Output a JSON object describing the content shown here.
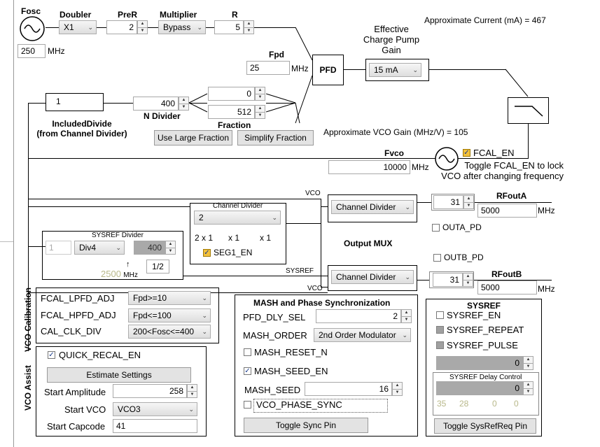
{
  "fosc": {
    "label": "Fosc",
    "value": "250",
    "unit": "MHz"
  },
  "doubler": {
    "label": "Doubler",
    "value": "X1"
  },
  "prer": {
    "label": "PreR",
    "value": "2"
  },
  "multiplier": {
    "label": "Multiplier",
    "value": "Bypass"
  },
  "r": {
    "label": "R",
    "value": "5"
  },
  "fpd": {
    "label": "Fpd",
    "value": "25",
    "unit": "MHz"
  },
  "pfd": "PFD",
  "cp_gain": {
    "label": "Effective\nCharge Pump\nGain",
    "value": "15 mA"
  },
  "approx_current": {
    "label": "Approximate Current (mA) =",
    "value": "467"
  },
  "included_divide": {
    "value": "1",
    "label": "IncludedDivide\n(from Channel Divider)"
  },
  "n_divider": {
    "value": "400",
    "label": "N Divider"
  },
  "fraction": {
    "num": "0",
    "den": "512",
    "label": "Fraction"
  },
  "buttons": {
    "large_fraction": "Use Large Fraction",
    "simplify_fraction": "Simplify Fraction",
    "estimate": "Estimate Settings",
    "toggle_sync": "Toggle Sync Pin",
    "toggle_sysref": "Toggle SysRefReq Pin"
  },
  "vco_gain": {
    "label": "Approximate VCO Gain (MHz/V) =",
    "value": "105"
  },
  "fvco": {
    "label": "Fvco",
    "value": "10000",
    "unit": "MHz"
  },
  "fcal_en": {
    "label": "FCAL_EN",
    "checked": true
  },
  "fcal_note": "Toggle FCAL_EN to lock\nVCO after changing frequency",
  "net": {
    "vco1": "VCO",
    "sysref": "SYSREF",
    "vco2": "VCO"
  },
  "channel_divider": {
    "label": "Channel  Divider",
    "value": "2",
    "mult": [
      "2 x 1",
      "x 1",
      "x 1"
    ],
    "seg1": "SEG1_EN"
  },
  "sysref_divider": {
    "label": "SYSREF Divider",
    "input": "1",
    "div": "Div4",
    "value": "400",
    "freq": "2500",
    "unit": "MHz",
    "half": "1/2"
  },
  "output_mux": "Output MUX",
  "outa": {
    "mux": "Channel Divider",
    "pwr": "31",
    "label": "RFoutA",
    "freq": "5000",
    "unit": "MHz",
    "pd": "OUTA_PD"
  },
  "outb": {
    "mux": "Channel Divider",
    "pwr": "31",
    "label": "RFoutB",
    "freq": "5000",
    "unit": "MHz",
    "pd": "OUTB_PD"
  },
  "vco_cal": {
    "title": "VCO Calibration",
    "rows": [
      {
        "label": "FCAL_LPFD_ADJ",
        "value": "Fpd>=10"
      },
      {
        "label": "FCAL_HPFD_ADJ",
        "value": "Fpd<=100"
      },
      {
        "label": "CAL_CLK_DIV",
        "value": "200<Fosc<=400"
      }
    ]
  },
  "vco_assist": {
    "title": "VCO Assist",
    "quick_recal": "QUICK_RECAL_EN",
    "start_amp_label": "Start Amplitude",
    "start_amp": "258",
    "start_vco_label": "Start VCO",
    "start_vco": "VCO3",
    "start_cap_label": "Start Capcode",
    "start_cap": "41"
  },
  "mash": {
    "title": "MASH and Phase Synchronization",
    "pfd_dly_label": "PFD_DLY_SEL",
    "pfd_dly": "2",
    "order_label": "MASH_ORDER",
    "order": "2nd Order Modulator",
    "reset": "MASH_RESET_N",
    "seed_en": "MASH_SEED_EN",
    "seed_label": "MASH_SEED",
    "seed": "16",
    "phase_sync": "VCO_PHASE_SYNC"
  },
  "sysref": {
    "title": "SYSREF",
    "en": "SYSREF_EN",
    "repeat": "SYSREF_REPEAT",
    "pulse": "SYSREF_PULSE",
    "value": "0",
    "delay_title": "SYSREF Delay Control",
    "delay_value": "0",
    "delay_nums": [
      "35",
      "28",
      "0",
      "0"
    ]
  }
}
